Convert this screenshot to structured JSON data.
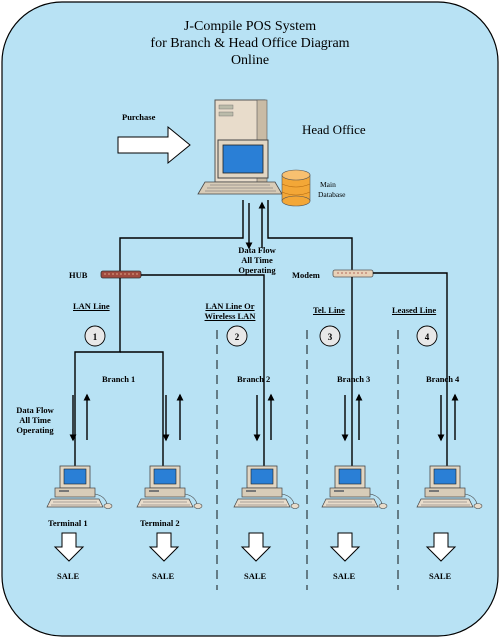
{
  "title_lines": [
    "J-Compile POS System",
    "for Branch & Head Office Diagram",
    "Online"
  ],
  "head_office_label": "Head Office",
  "purchase_label": "Purchase",
  "database_label": [
    "Main",
    "Database"
  ],
  "dataflow_top": [
    "Data Flow",
    "All Time",
    "Operating"
  ],
  "dataflow_left": [
    "Data Flow",
    "All Time",
    "Operating"
  ],
  "hub_label": "HUB",
  "modem_label": "Modem",
  "line_labels": [
    {
      "lines": [
        "LAN Line"
      ]
    },
    {
      "lines": [
        "LAN Line Or",
        "Wireless LAN"
      ]
    },
    {
      "lines": [
        "Tel. Line"
      ]
    },
    {
      "lines": [
        "Leased Line"
      ]
    }
  ],
  "circle_numbers": [
    "1",
    "2",
    "3",
    "4"
  ],
  "branch_labels": [
    "Branch 1",
    "Branch 2",
    "Branch 3",
    "Branch 4"
  ],
  "terminal_labels": [
    "Terminal 1",
    "Terminal 2"
  ],
  "sale_label": "SALE",
  "colors": {
    "background": "#b8e2f4",
    "screen": "#2a7fd6",
    "database": "#f3a737",
    "hub": "#a04a3e"
  }
}
